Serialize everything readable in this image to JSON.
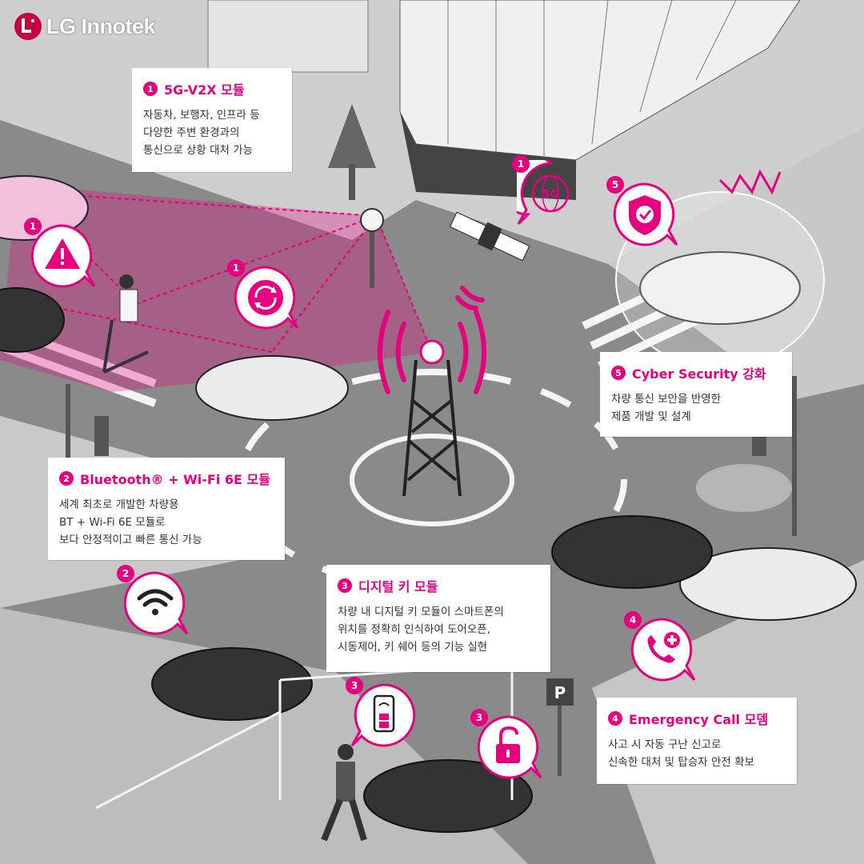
{
  "brand": {
    "name": "LG Innotek",
    "color": "#c5003e"
  },
  "accent": "#e6007e",
  "modules": [
    {
      "num": "1",
      "title": "5G-V2X 모듈",
      "body": "자동차, 보행자, 인프라 등\n다양한 주변 환경과의\n통신으로 상황 대처 가능"
    },
    {
      "num": "2",
      "title": "Bluetooth® + Wi-Fi 6E 모듈",
      "body": "세계 최초로 개발한 차량용\nBT + Wi-Fi 6E 모듈로\n보다 안정적이고 빠른 통신 가능"
    },
    {
      "num": "3",
      "title": "디지털 키 모듈",
      "body": "차량 내 디지털 키 모듈이 스마트폰의\n위치를 정확히 인식하여  도어오픈,\n시동제어, 키 쉐어 등의 기능 실현"
    },
    {
      "num": "4",
      "title": "Emergency Call 모뎀",
      "body": "사고 시 자동 구난 신고로\n신속한 대처 및 탑승자 안전 확보"
    },
    {
      "num": "5",
      "title": "Cyber Security 강화",
      "body": "차량 통신 보안을 반영한\n제품 개발 및 설계"
    }
  ],
  "bubbles": [
    {
      "num": "1",
      "icon": "warning-icon"
    },
    {
      "num": "1",
      "icon": "sync-arrows-icon"
    },
    {
      "num": "1",
      "icon": "5g-globe-icon",
      "label": "5G"
    },
    {
      "num": "5",
      "icon": "shield-check-icon"
    },
    {
      "num": "2",
      "icon": "wifi-icon"
    },
    {
      "num": "3",
      "icon": "smartphone-key-icon"
    },
    {
      "num": "3",
      "icon": "unlock-icon"
    },
    {
      "num": "4",
      "icon": "emergency-call-icon"
    }
  ],
  "signs": {
    "parking": "P"
  }
}
